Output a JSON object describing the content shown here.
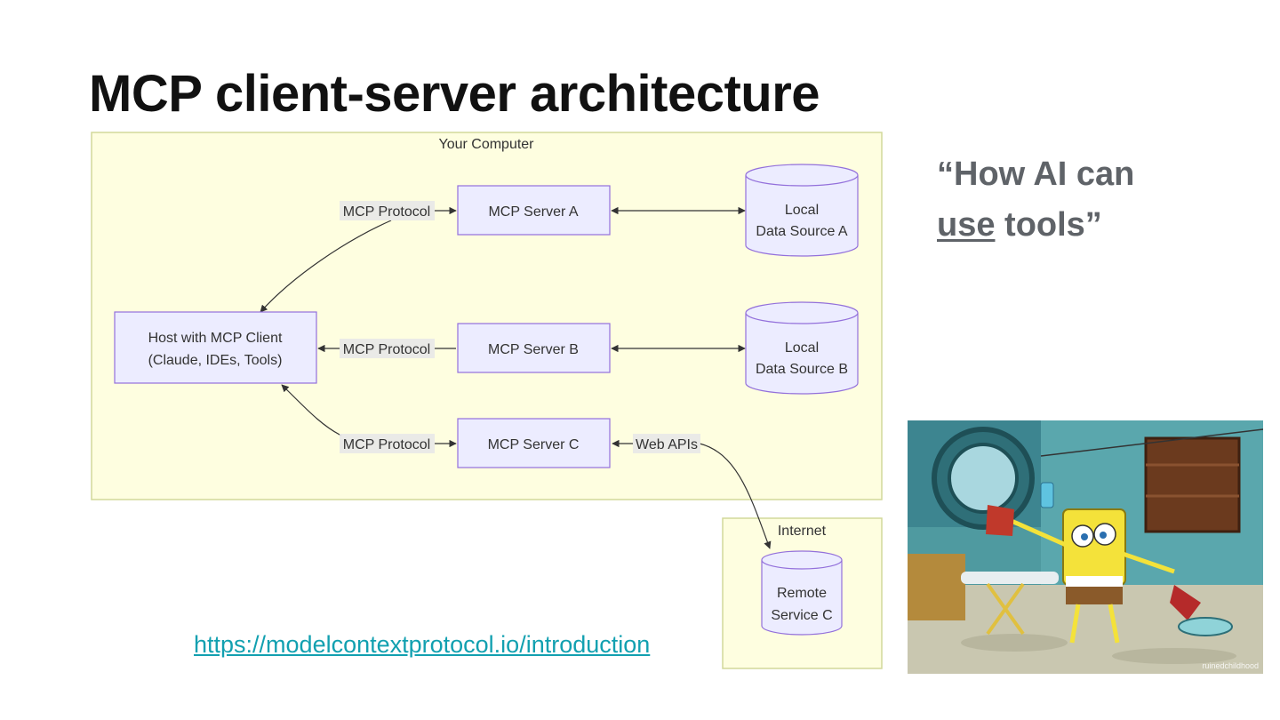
{
  "slide": {
    "title": "MCP client-server architecture"
  },
  "diagram": {
    "your_computer_label": "Your Computer",
    "internet_label": "Internet",
    "host": {
      "line1": "Host with MCP Client",
      "line2": "(Claude, IDEs, Tools)"
    },
    "servers": {
      "a": "MCP Server A",
      "b": "MCP Server B",
      "c": "MCP Server C"
    },
    "sources": {
      "a": {
        "line1": "Local",
        "line2": "Data Source A"
      },
      "b": {
        "line1": "Local",
        "line2": "Data Source B"
      },
      "remote": {
        "line1": "Remote",
        "line2": "Service C"
      }
    },
    "edge_labels": {
      "protocol_a": "MCP Protocol",
      "protocol_b": "MCP Protocol",
      "protocol_c": "MCP Protocol",
      "web_apis": "Web APIs"
    },
    "colors": {
      "container_fill": "#fefee0",
      "container_stroke": "#d2d89a",
      "node_fill": "#ececff",
      "node_stroke": "#9370db",
      "edge": "#333333",
      "label_bg": "#e8e8e8"
    }
  },
  "quote": {
    "open": "“How AI can",
    "underlined": "use",
    "close": " tools”"
  },
  "link": {
    "text": "https://modelcontextprotocol.io/introduction"
  },
  "image": {
    "description_icon": "spongebob-cartoon",
    "watermark": "ruinedchildhood"
  }
}
